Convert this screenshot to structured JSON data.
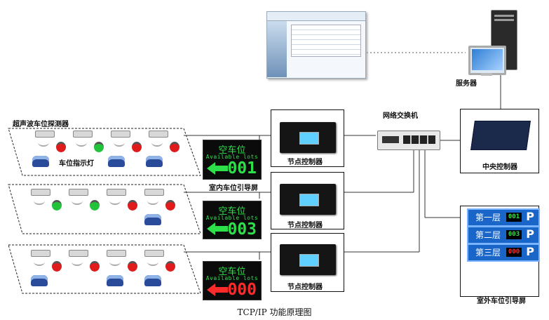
{
  "labels": {
    "detector": "超声波车位探测器",
    "indicator": "车位指示灯",
    "node1": "节点控制器",
    "node2": "节点控制器",
    "node3": "节点控制器",
    "indoor_screen": "室内车位引导屏",
    "switch": "网络交换机",
    "central": "中央控制器",
    "server": "服务器",
    "outdoor_screen": "室外车位引导屏",
    "caption": "TCP/IP 功能原理图"
  },
  "screens": [
    {
      "title": "空车位",
      "subtitle": "Available lots",
      "number": "001",
      "color": "#2de04a"
    },
    {
      "title": "空车位",
      "subtitle": "Available lots",
      "number": "003",
      "color": "#2de04a"
    },
    {
      "title": "空车位",
      "subtitle": "Available lots",
      "number": "000",
      "color": "#ff2a2a"
    }
  ],
  "outdoor_signs": [
    {
      "floor": "第一层",
      "count": "001",
      "count_color": "#2de04a",
      "symbol": "P"
    },
    {
      "floor": "第二层",
      "count": "003",
      "count_color": "#2de04a",
      "symbol": "P"
    },
    {
      "floor": "第三层",
      "count": "000",
      "count_color": "#ff2a2a",
      "symbol": "P"
    }
  ],
  "zones": [
    {
      "lights": [
        "red",
        "green",
        "red",
        "red"
      ]
    },
    {
      "lights": [
        "green",
        "green",
        "red",
        "red"
      ]
    },
    {
      "lights": [
        "red",
        "red",
        "red",
        "red"
      ]
    }
  ],
  "colors": {
    "green": "#22c23a",
    "red": "#e01b1b",
    "car": "#2a4a9a",
    "sign_bg": "#1a66c8"
  }
}
